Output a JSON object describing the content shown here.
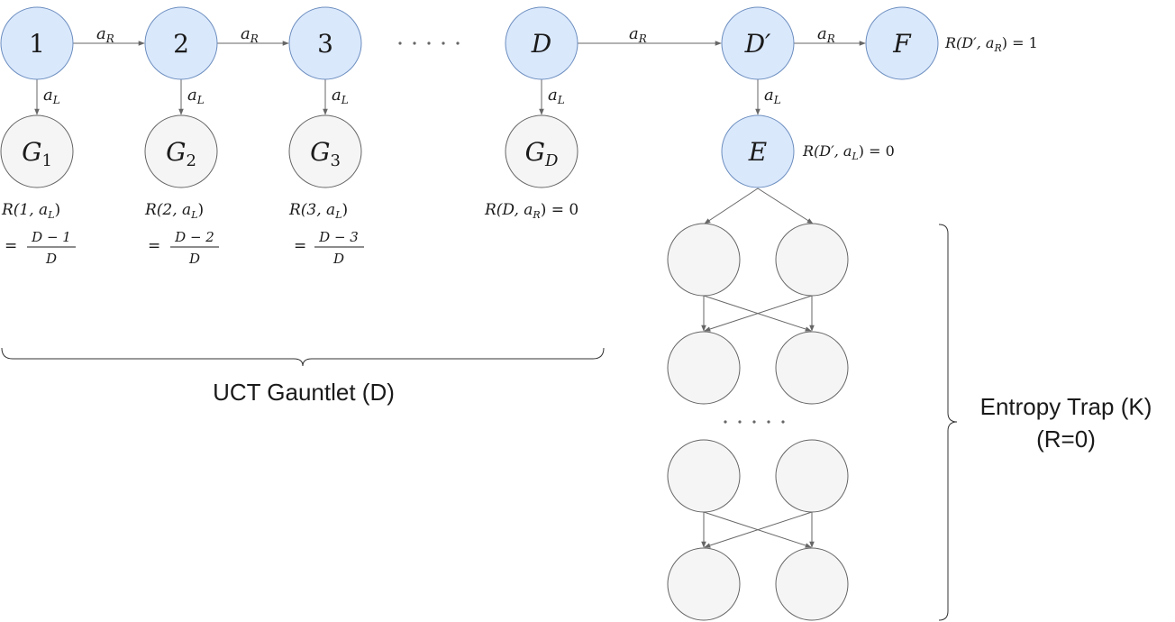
{
  "nodes": {
    "n1": "1",
    "n2": "2",
    "n3": "3",
    "nD": "D",
    "nDp": "D′",
    "nF": "F",
    "nE": "E",
    "g1_base": "G",
    "g1_sub": "1",
    "g2_base": "G",
    "g2_sub": "2",
    "g3_base": "G",
    "g3_sub": "3",
    "gD_base": "G",
    "gD_sub": "D"
  },
  "edge_labels": {
    "aR": "a",
    "aR_sub": "R",
    "aL": "a",
    "aL_sub": "L"
  },
  "rewards": {
    "r1_line1": "R(1, a",
    "r1_sub": "L",
    "r1_close": ")",
    "r1_num": "D − 1",
    "r1_den": "D",
    "r2_line1": "R(2, a",
    "r2_sub": "L",
    "r2_close": ")",
    "r2_num": "D − 2",
    "r2_den": "D",
    "r3_line1": "R(3, a",
    "r3_sub": "L",
    "r3_close": ")",
    "r3_num": "D − 3",
    "r3_den": "D",
    "eq_sign": "=",
    "rD_a": "R(D, a",
    "rD_sub": "R",
    "rD_b": ") = 0",
    "rF_a": "R(D′, a",
    "rF_sub": "R",
    "rF_b": ") = 1",
    "rE_a": "R(D′, a",
    "rE_sub": "L",
    "rE_b": ") = 0"
  },
  "labels": {
    "gauntlet": "UCT Gauntlet (D)",
    "trap_line1": "Entropy Trap (K)",
    "trap_line2": "(R=0)"
  },
  "colors": {
    "node_blue_fill": "#dae8fc",
    "node_blue_stroke": "#6c8ebf",
    "node_gray_fill": "#f5f5f5",
    "node_gray_stroke": "#666666",
    "edge": "#666666"
  }
}
